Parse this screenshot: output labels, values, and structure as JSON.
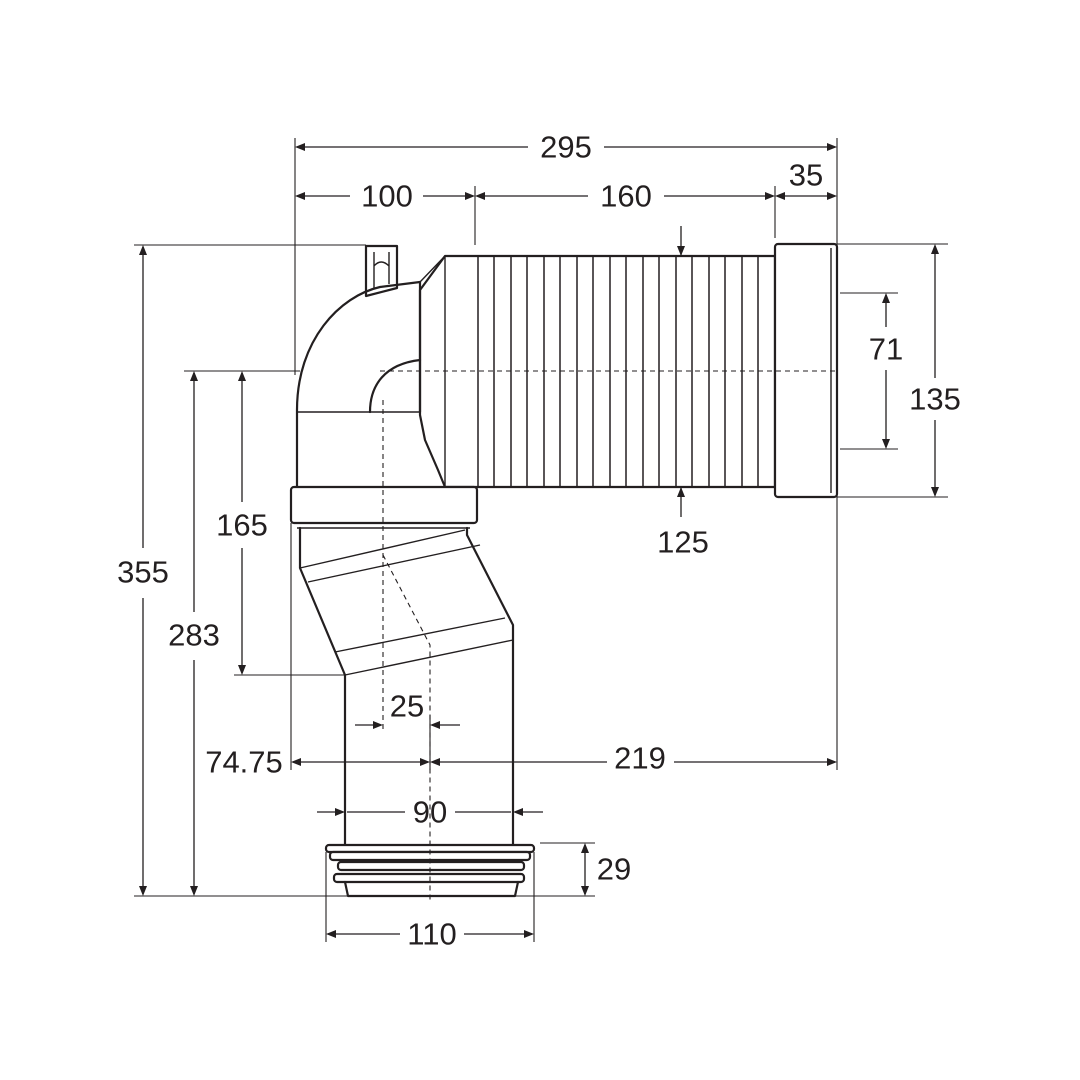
{
  "diagram": {
    "colors": {
      "line": "#231f20",
      "background": "#ffffff"
    },
    "dimensions": {
      "total_width": "295",
      "seat_offset": "100",
      "bellows_length": "160",
      "socket_length": "35",
      "total_height": "355",
      "outlet_axis_height": "283",
      "elbow_height": "165",
      "inlet_socket_od": "135",
      "inlet_id": "71",
      "bellows_od": "125",
      "offset": "25",
      "back_offset": "74.75",
      "outlet_projection": "219",
      "pipe_od": "90",
      "spigot_od": "110",
      "spigot_height": "29"
    }
  }
}
